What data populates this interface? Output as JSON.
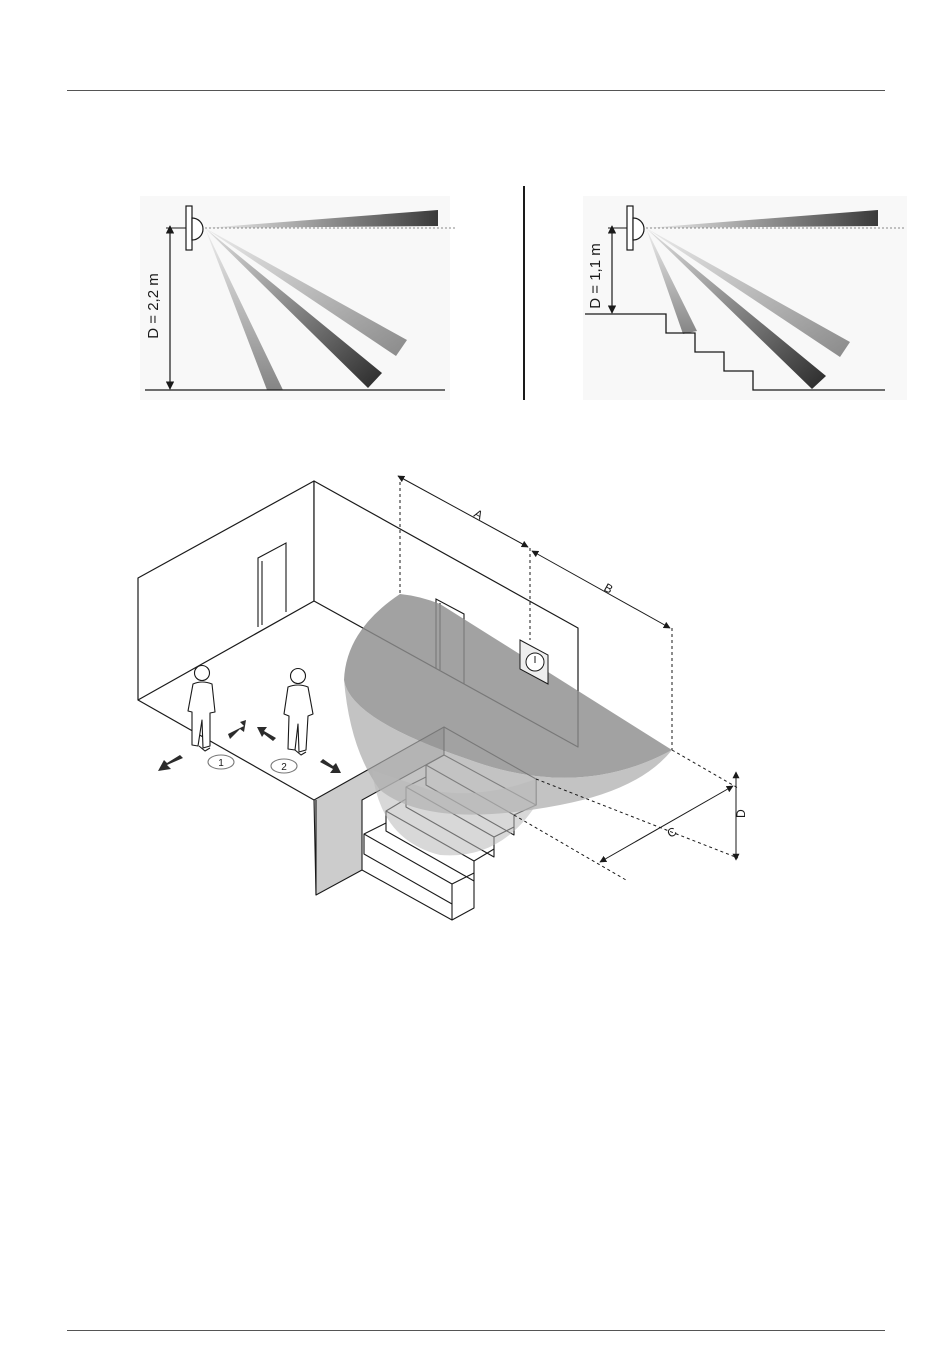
{
  "diagram_top": {
    "left_panel": {
      "height_label": "D = 2,2 m"
    },
    "right_panel": {
      "height_label": "D = 1,1 m"
    }
  },
  "diagram_main": {
    "dimension_labels": {
      "a": "A",
      "b": "B",
      "c": "C",
      "d": "D"
    },
    "person_markers": [
      "1",
      "2"
    ]
  },
  "colors": {
    "line": "#1a1a1a",
    "coverage_fill": "#8e8e8e",
    "beam_dark": "#2c2c2c",
    "beam_light": "#d8d8d8"
  }
}
